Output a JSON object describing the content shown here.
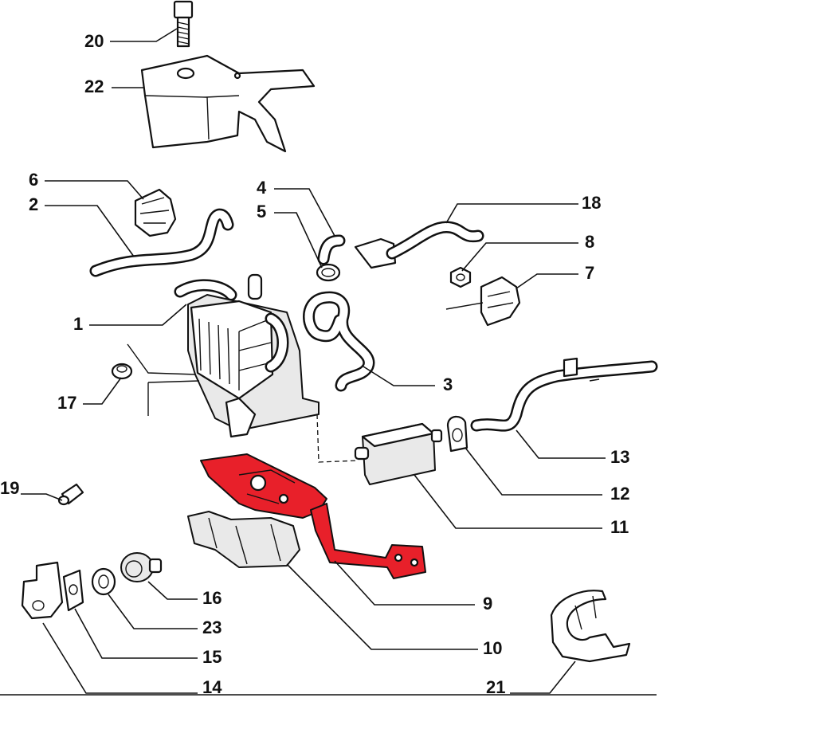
{
  "diagram": {
    "highlight_color": "#e8202a",
    "line_color": "#111111",
    "callouts": [
      {
        "id": "c20",
        "label": "20"
      },
      {
        "id": "c22",
        "label": "22"
      },
      {
        "id": "c6",
        "label": "6"
      },
      {
        "id": "c2",
        "label": "2"
      },
      {
        "id": "c4",
        "label": "4"
      },
      {
        "id": "c5",
        "label": "5"
      },
      {
        "id": "c18",
        "label": "18"
      },
      {
        "id": "c8",
        "label": "8"
      },
      {
        "id": "c7",
        "label": "7"
      },
      {
        "id": "c1",
        "label": "1"
      },
      {
        "id": "c17",
        "label": "17"
      },
      {
        "id": "c3",
        "label": "3"
      },
      {
        "id": "c13",
        "label": "13"
      },
      {
        "id": "c12",
        "label": "12"
      },
      {
        "id": "c11",
        "label": "11"
      },
      {
        "id": "c19",
        "label": "19"
      },
      {
        "id": "c16",
        "label": "16"
      },
      {
        "id": "c23",
        "label": "23"
      },
      {
        "id": "c9",
        "label": "9"
      },
      {
        "id": "c10",
        "label": "10"
      },
      {
        "id": "c15",
        "label": "15"
      },
      {
        "id": "c14",
        "label": "14"
      },
      {
        "id": "c21",
        "label": "21"
      }
    ]
  }
}
